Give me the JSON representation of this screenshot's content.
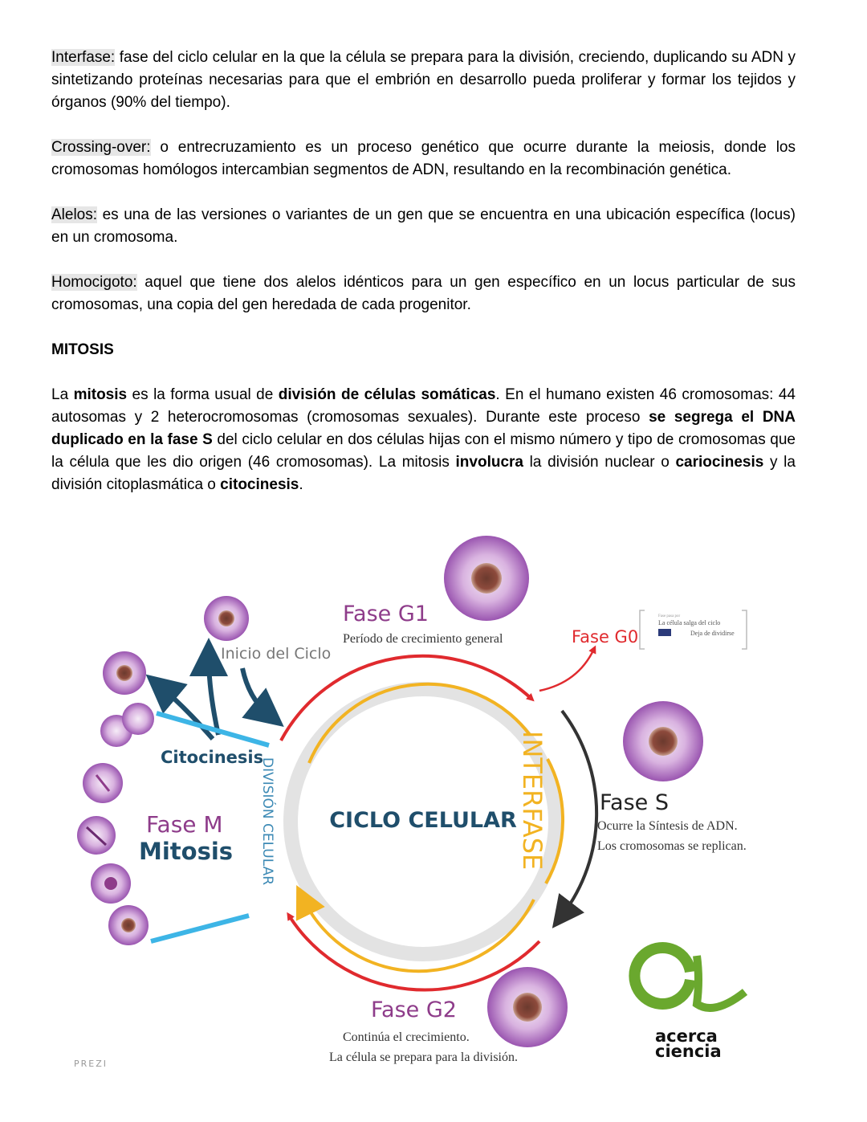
{
  "definitions": [
    {
      "term": "Interfase:",
      "text": " fase del ciclo celular en la que la célula se prepara para la división, creciendo, duplicando su ADN y sintetizando proteínas necesarias para que el embrión en desarrollo pueda proliferar y formar los tejidos y órganos (90% del tiempo)."
    },
    {
      "term": "Crossing-over:",
      "text": " o entrecruzamiento es un proceso genético que ocurre durante la meiosis, donde los cromosomas homólogos intercambian segmentos de ADN, resultando en la recombinación genética."
    },
    {
      "term": "Alelos:",
      "text": " es una de las versiones o variantes de un gen que se encuentra en una ubicación específica (locus) en un cromosoma."
    },
    {
      "term": "Homocigoto:",
      "text": " aquel que tiene dos alelos idénticos para un gen específico en un locus particular de sus cromosomas, una copia del gen heredada de cada progenitor."
    }
  ],
  "section_heading": "MITOSIS",
  "mitosis_paragraph": [
    {
      "t": "La ",
      "b": false
    },
    {
      "t": "mitosis",
      "b": true
    },
    {
      "t": " es la forma usual de ",
      "b": false
    },
    {
      "t": "división de células somáticas",
      "b": true
    },
    {
      "t": ". En el humano existen 46 cromosomas: 44 autosomas y 2 heterocromosomas (cromosomas sexuales). Durante este proceso ",
      "b": false
    },
    {
      "t": "se segrega el DNA duplicado en la fase S",
      "b": true
    },
    {
      "t": " del ciclo celular en dos células hijas con el mismo número y tipo de cromosomas que la célula que les dio origen (46 cromosomas). La mitosis ",
      "b": false
    },
    {
      "t": "involucra",
      "b": true
    },
    {
      "t": " la división nuclear o ",
      "b": false
    },
    {
      "t": "cariocinesis",
      "b": true
    },
    {
      "t": " y la división citoplasmática o ",
      "b": false
    },
    {
      "t": "citocinesis",
      "b": true
    },
    {
      "t": ".",
      "b": false
    }
  ],
  "diagram": {
    "center_title": "CICLO CELULAR",
    "interfase_label": "INTERFASE",
    "division_label": "DIVISIÓN CELULAR",
    "g1_title": "Fase G1",
    "g1_desc": "Período de crecimiento general",
    "g0_title": "Fase G0",
    "g0_note_top": "Fase pasa por",
    "g0_note_1": "La célula salga del ciclo",
    "g0_note_2": "Deja de dividirse",
    "s_title": "Fase S",
    "s_desc_1": "Ocurre la Síntesis de ADN.",
    "s_desc_2": "Los cromosomas se replican.",
    "g2_title": "Fase G2",
    "g2_desc_1": "Continúa el crecimiento.",
    "g2_desc_2": "La célula se prepara para la división.",
    "m_title": "Fase M",
    "m_subtitle": "Mitosis",
    "citocinesis": "Citocinesis",
    "inicio": "Inicio del Ciclo",
    "prezi": "PREZI",
    "logo_1": "acerca",
    "logo_2": "ciencia",
    "colors": {
      "red": "#e02a2e",
      "yellow": "#f2b322",
      "purple": "#8e3c8a",
      "teal": "#1f4e6b",
      "blue": "#3db5e6",
      "green": "#6aa82e",
      "gray": "#e3e3e3"
    }
  }
}
